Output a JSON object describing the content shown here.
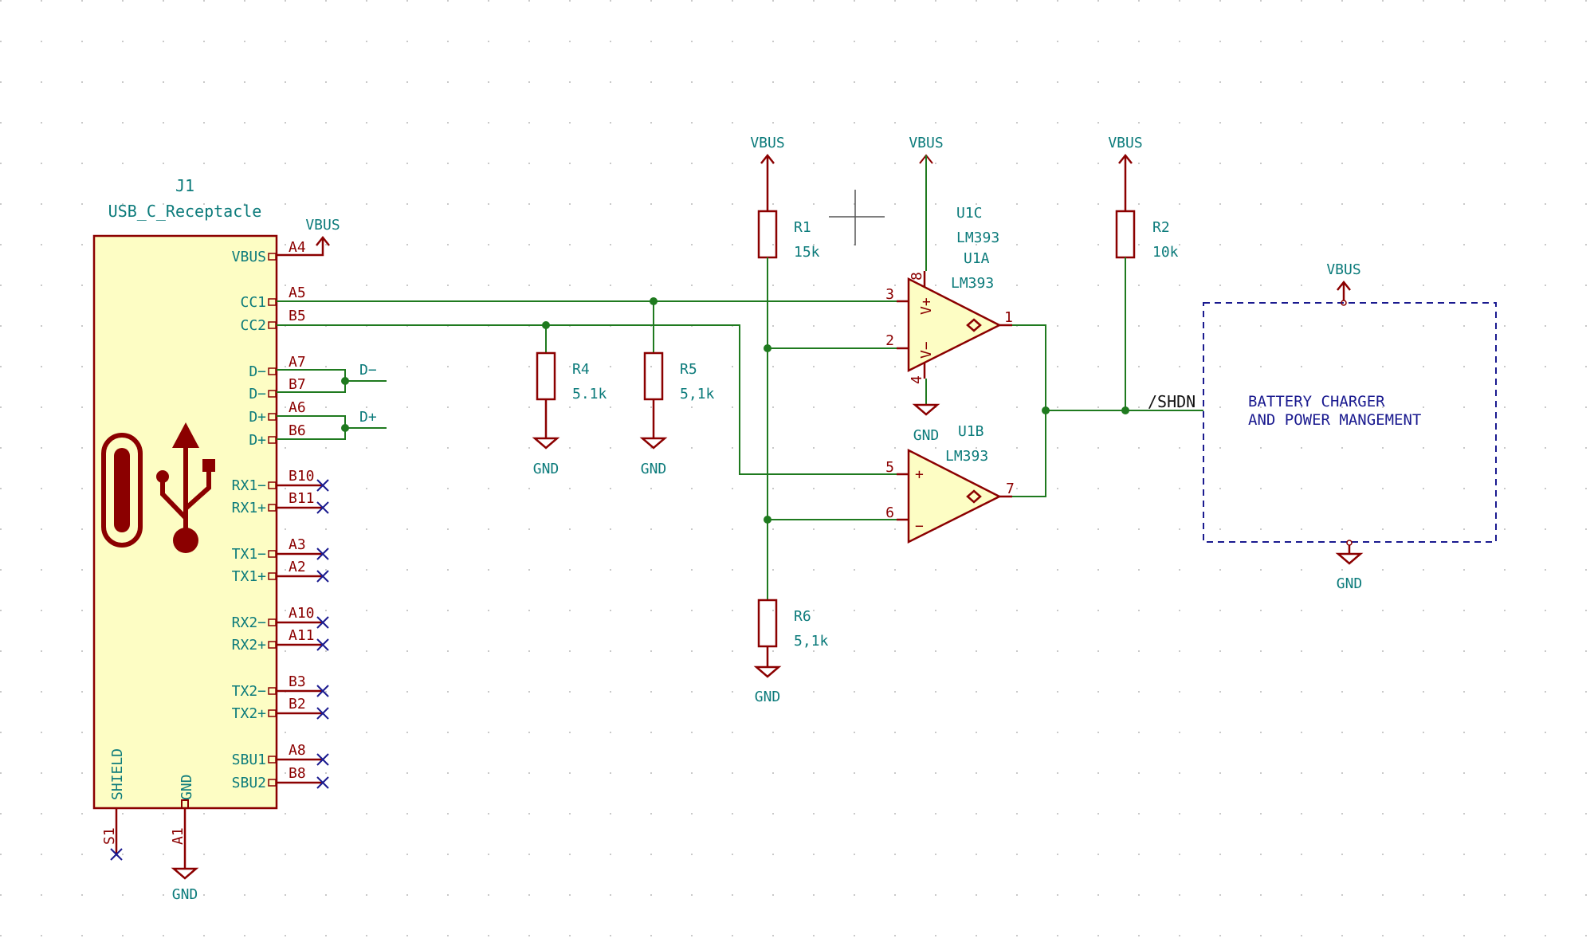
{
  "connector": {
    "ref": "J1",
    "value": "USB_C_Receptacle",
    "pins": [
      {
        "name": "VBUS",
        "num": "A4"
      },
      {
        "name": "CC1",
        "num": "A5"
      },
      {
        "name": "CC2",
        "num": "B5"
      },
      {
        "name": "D−",
        "num": "A7"
      },
      {
        "name": "D−",
        "num": "B7"
      },
      {
        "name": "D+",
        "num": "A6"
      },
      {
        "name": "D+",
        "num": "B6"
      },
      {
        "name": "RX1−",
        "num": "B10"
      },
      {
        "name": "RX1+",
        "num": "B11"
      },
      {
        "name": "TX1−",
        "num": "A3"
      },
      {
        "name": "TX1+",
        "num": "A2"
      },
      {
        "name": "RX2−",
        "num": "A10"
      },
      {
        "name": "RX2+",
        "num": "A11"
      },
      {
        "name": "TX2−",
        "num": "B3"
      },
      {
        "name": "TX2+",
        "num": "B2"
      },
      {
        "name": "SBU1",
        "num": "A8"
      },
      {
        "name": "SBU2",
        "num": "B8"
      }
    ],
    "shield_name": "SHIELD",
    "shield_num": "S1",
    "gnd_name": "GND",
    "gnd_num": "A1"
  },
  "nets": {
    "vbus": "VBUS",
    "gnd": "GND",
    "dminus": "D−",
    "dplus": "D+",
    "shdn": "/SHDN"
  },
  "resistors": {
    "r1": {
      "ref": "R1",
      "value": "15k"
    },
    "r2": {
      "ref": "R2",
      "value": "10k"
    },
    "r4": {
      "ref": "R4",
      "value": "5.1k"
    },
    "r5": {
      "ref": "R5",
      "value": "5,1k"
    },
    "r6": {
      "ref": "R6",
      "value": "5,1k"
    }
  },
  "comparators": {
    "u1c": {
      "ref": "U1C",
      "value": "LM393",
      "pins": {
        "vplus": "8",
        "vminus": "4"
      },
      "vplus_label": "V+",
      "vminus_label": "V−"
    },
    "u1a": {
      "ref": "U1A",
      "value": "LM393",
      "pins": {
        "in_plus": "3",
        "in_minus": "2",
        "out": "1"
      }
    },
    "u1b": {
      "ref": "U1B",
      "value": "LM393",
      "pins": {
        "in_plus": "5",
        "in_minus": "6",
        "out": "7"
      },
      "plus_sign": "+",
      "minus_sign": "−"
    }
  },
  "block": {
    "line1": "BATTERY CHARGER",
    "line2": "AND POWER MANGEMENT"
  },
  "colors": {
    "wire": "#1f7a1f",
    "component": "#8b0000",
    "component_fill": "#fdfdc4",
    "label": "#0c7b7b",
    "block": "#1a1a8f"
  }
}
